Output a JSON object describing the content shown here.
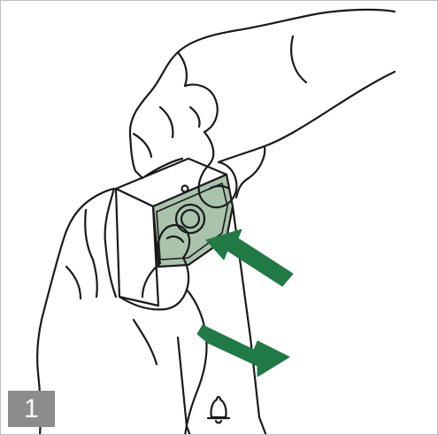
{
  "step": {
    "number": "1"
  },
  "colors": {
    "arrow_green": "#1f7a45",
    "device_face": "#a9c3ad",
    "badge_gray": "#8c8c8c",
    "frame_border": "#bfbfbf",
    "line": "#1a1a1a"
  },
  "illustration": {
    "device_icon": "bell-icon",
    "arrows": [
      "arrow-upper",
      "arrow-lower"
    ]
  }
}
